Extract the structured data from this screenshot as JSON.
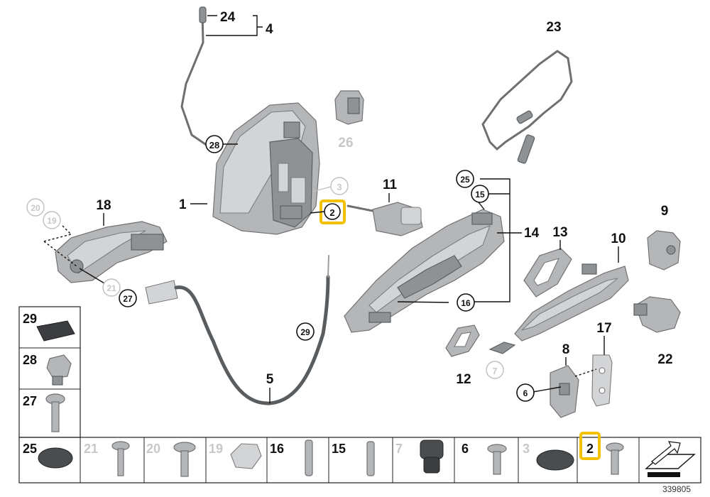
{
  "callouts": {
    "c1": "1",
    "c2": "2",
    "c3": "3",
    "c4": "4",
    "c5": "5",
    "c6": "6",
    "c7": "7",
    "c8": "8",
    "c9": "9",
    "c10": "10",
    "c11": "11",
    "c12": "12",
    "c13": "13",
    "c14": "14",
    "c15": "15",
    "c16": "16",
    "c17": "17",
    "c18": "18",
    "c19": "19",
    "c20": "20",
    "c21": "21",
    "c22": "22",
    "c23": "23",
    "c24": "24",
    "c25": "25",
    "c26": "26",
    "c27": "27",
    "c28": "28",
    "c29": "29"
  },
  "left_column": [
    "29",
    "28",
    "27",
    "25"
  ],
  "bottom_row": [
    "21",
    "20",
    "19",
    "16",
    "15",
    "7",
    "6",
    "3",
    "2"
  ],
  "highlight_color": "#f2c200",
  "diagram_number": "339805"
}
